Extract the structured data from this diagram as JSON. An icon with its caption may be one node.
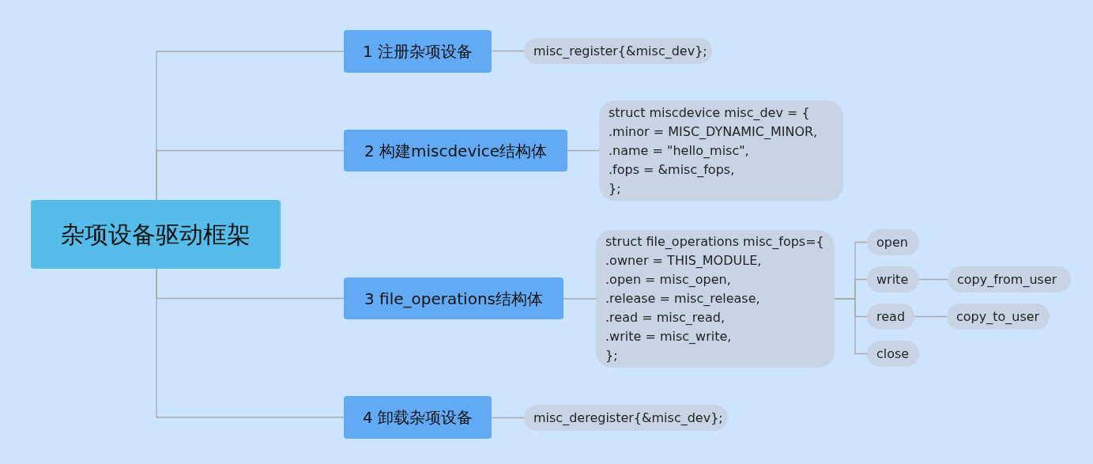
{
  "diagram": {
    "nodes": [
      {
        "text": [
          "杂项设备驱动框架"
        ]
      },
      {
        "text": [
          "1 注册杂项设备"
        ]
      },
      {
        "text": [
          "misc_register{&misc_dev};"
        ]
      },
      {
        "text": [
          "2 构建miscdevice结构体"
        ]
      },
      {
        "text": [
          "struct miscdevice misc_dev = {",
          ".minor = MISC_DYNAMIC_MINOR,",
          ".name = \"hello_misc\",",
          ".fops = &misc_fops,",
          "};"
        ]
      },
      {
        "text": [
          "3 file_operations结构体"
        ]
      },
      {
        "text": [
          "struct file_operations misc_fops={",
          ".owner = THIS_MODULE,",
          ".open = misc_open,",
          ".release = misc_release,",
          ".read = misc_read,",
          ".write = misc_write,",
          "};"
        ]
      },
      {
        "text": [
          "open"
        ]
      },
      {
        "text": [
          "write"
        ]
      },
      {
        "text": [
          "copy_from_user"
        ]
      },
      {
        "text": [
          "read"
        ]
      },
      {
        "text": [
          "copy_to_user"
        ]
      },
      {
        "text": [
          "close"
        ]
      },
      {
        "text": [
          "4 卸载杂项设备"
        ]
      },
      {
        "text": [
          "misc_deregister{&misc_dev};"
        ]
      }
    ],
    "edges": [
      {
        "from": 0,
        "to": 1,
        "arrow": "none"
      },
      {
        "from": 1,
        "to": 2,
        "arrow": "none"
      },
      {
        "from": 0,
        "to": 3,
        "arrow": "none"
      },
      {
        "from": 3,
        "to": 4,
        "arrow": "none"
      },
      {
        "from": 0,
        "to": 5,
        "arrow": "none"
      },
      {
        "from": 5,
        "to": 6,
        "arrow": "none"
      },
      {
        "from": 6,
        "to": 7,
        "arrow": "none"
      },
      {
        "from": 6,
        "to": 8,
        "arrow": "none"
      },
      {
        "from": 8,
        "to": 9,
        "arrow": "none"
      },
      {
        "from": 6,
        "to": 10,
        "arrow": "none"
      },
      {
        "from": 10,
        "to": 11,
        "arrow": "none"
      },
      {
        "from": 6,
        "to": 12,
        "arrow": "none"
      },
      {
        "from": 0,
        "to": 13,
        "arrow": "none"
      },
      {
        "from": 13,
        "to": 14,
        "arrow": "none"
      }
    ]
  }
}
